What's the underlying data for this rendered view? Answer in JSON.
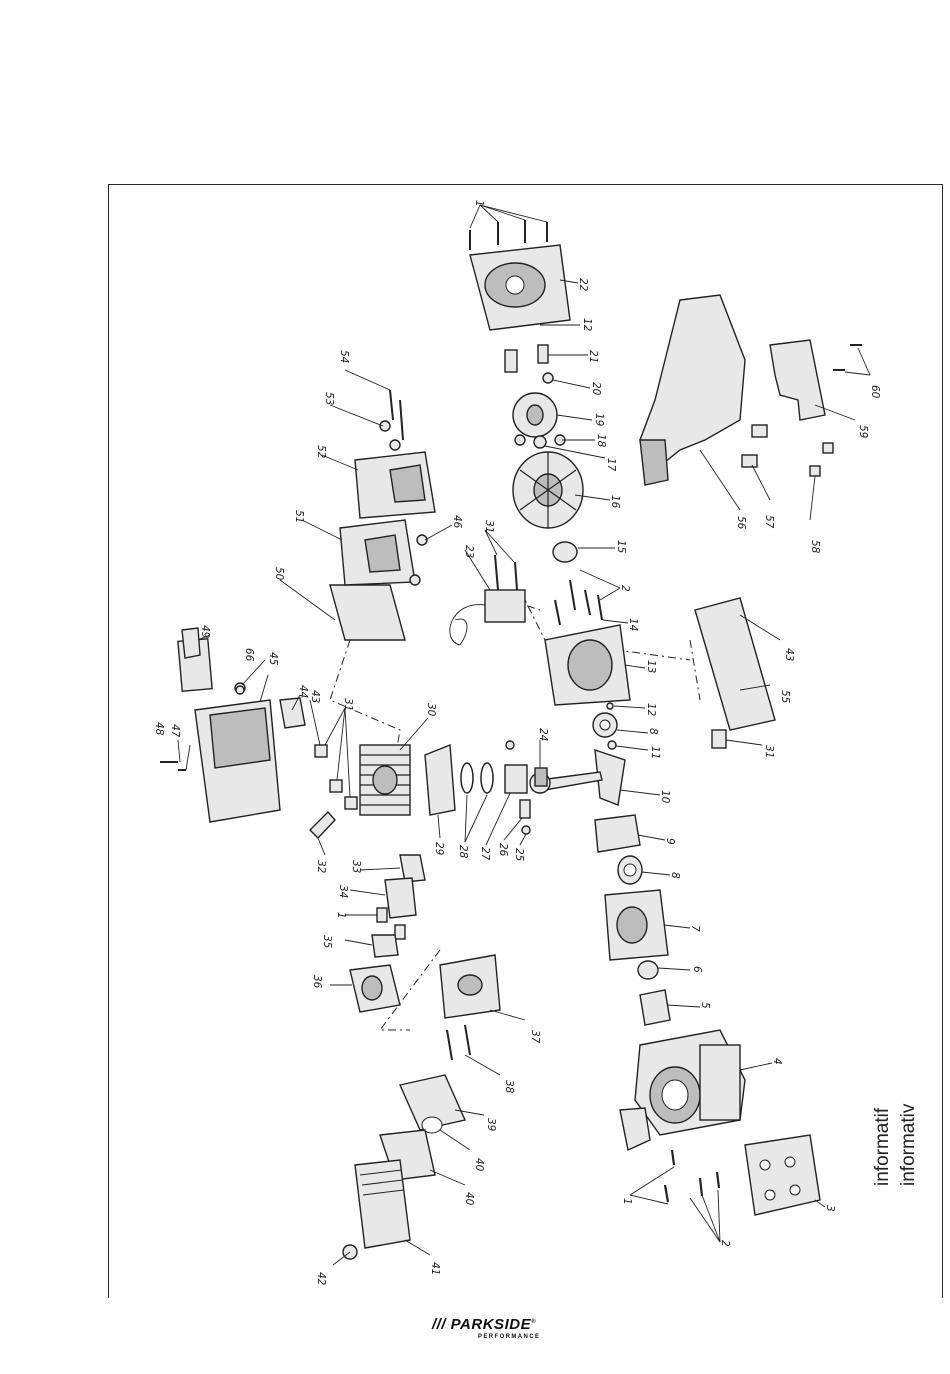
{
  "diagram": {
    "callouts": [
      {
        "id": "c-1a",
        "label": "1"
      },
      {
        "id": "c-22",
        "label": "22"
      },
      {
        "id": "c-12a",
        "label": "12"
      },
      {
        "id": "c-21",
        "label": "21"
      },
      {
        "id": "c-20",
        "label": "20"
      },
      {
        "id": "c-19",
        "label": "19"
      },
      {
        "id": "c-18",
        "label": "18"
      },
      {
        "id": "c-17",
        "label": "17"
      },
      {
        "id": "c-16",
        "label": "16"
      },
      {
        "id": "c-15",
        "label": "15"
      },
      {
        "id": "c-2a",
        "label": "2"
      },
      {
        "id": "c-14",
        "label": "14"
      },
      {
        "id": "c-13",
        "label": "13"
      },
      {
        "id": "c-12b",
        "label": "12"
      },
      {
        "id": "c-8a",
        "label": "8"
      },
      {
        "id": "c-11",
        "label": "11"
      },
      {
        "id": "c-10",
        "label": "10"
      },
      {
        "id": "c-9",
        "label": "9"
      },
      {
        "id": "c-8b",
        "label": "8"
      },
      {
        "id": "c-7",
        "label": "7"
      },
      {
        "id": "c-6",
        "label": "6"
      },
      {
        "id": "c-5",
        "label": "5"
      },
      {
        "id": "c-4",
        "label": "4"
      },
      {
        "id": "c-3",
        "label": "3"
      },
      {
        "id": "c-2b",
        "label": "2"
      },
      {
        "id": "c-1b",
        "label": "1"
      },
      {
        "id": "c-54",
        "label": "54"
      },
      {
        "id": "c-53",
        "label": "53"
      },
      {
        "id": "c-52",
        "label": "52"
      },
      {
        "id": "c-51",
        "label": "51"
      },
      {
        "id": "c-46",
        "label": "46"
      },
      {
        "id": "c-50",
        "label": "50"
      },
      {
        "id": "c-23",
        "label": "23"
      },
      {
        "id": "c-31a",
        "label": "31"
      },
      {
        "id": "c-49",
        "label": "49"
      },
      {
        "id": "c-66",
        "label": "66"
      },
      {
        "id": "c-45",
        "label": "45"
      },
      {
        "id": "c-48",
        "label": "48"
      },
      {
        "id": "c-47",
        "label": "47"
      },
      {
        "id": "c-44",
        "label": "44"
      },
      {
        "id": "c-43a",
        "label": "43"
      },
      {
        "id": "c-31b",
        "label": "31"
      },
      {
        "id": "c-30",
        "label": "30"
      },
      {
        "id": "c-24",
        "label": "24"
      },
      {
        "id": "c-29",
        "label": "29"
      },
      {
        "id": "c-28",
        "label": "28"
      },
      {
        "id": "c-27",
        "label": "27"
      },
      {
        "id": "c-26",
        "label": "26"
      },
      {
        "id": "c-25",
        "label": "25"
      },
      {
        "id": "c-33",
        "label": "33"
      },
      {
        "id": "c-32",
        "label": "32"
      },
      {
        "id": "c-34",
        "label": "34"
      },
      {
        "id": "c-1c",
        "label": "1"
      },
      {
        "id": "c-35",
        "label": "35"
      },
      {
        "id": "c-36",
        "label": "36"
      },
      {
        "id": "c-37",
        "label": "37"
      },
      {
        "id": "c-38",
        "label": "38"
      },
      {
        "id": "c-39",
        "label": "39"
      },
      {
        "id": "c-40a",
        "label": "40"
      },
      {
        "id": "c-40b",
        "label": "40"
      },
      {
        "id": "c-41",
        "label": "41"
      },
      {
        "id": "c-42",
        "label": "42"
      },
      {
        "id": "c-55",
        "label": "55"
      },
      {
        "id": "c-43b",
        "label": "43"
      },
      {
        "id": "c-31c",
        "label": "31"
      },
      {
        "id": "c-56",
        "label": "56"
      },
      {
        "id": "c-57",
        "label": "57"
      },
      {
        "id": "c-58",
        "label": "58"
      },
      {
        "id": "c-59",
        "label": "59"
      },
      {
        "id": "c-60",
        "label": "60"
      }
    ]
  },
  "side_note": {
    "line1": "informatif",
    "line2": "informativ"
  },
  "logo": {
    "brand": "/// PARKSIDE",
    "sub": "PERFORMANCE",
    "trademark": "®"
  }
}
